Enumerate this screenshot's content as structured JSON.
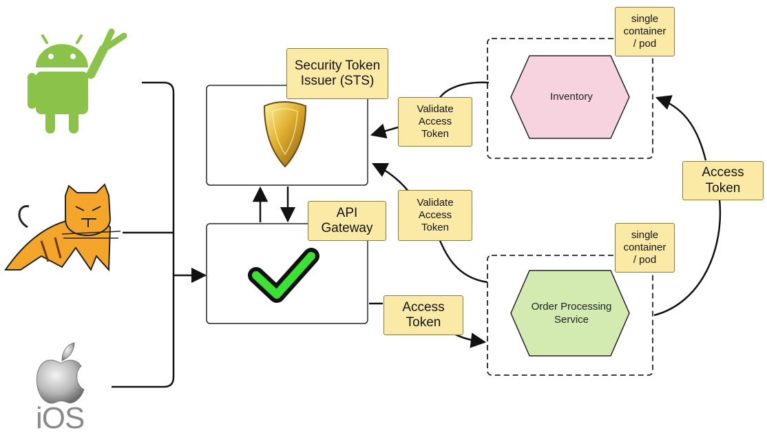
{
  "diagram": {
    "sts_label": "Security Token\nIssuer (STS)",
    "gateway_label": "API\nGateway",
    "validate_label_top": "Validate\nAccess\nToken",
    "validate_label_bottom": "Validate\nAccess\nToken",
    "access_token_gateway": "Access\nToken",
    "access_token_right": "Access\nToken",
    "container_label_top": "single\ncontainer\n/ pod",
    "container_label_bottom": "single\ncontainer\n/ pod",
    "inventory_label": "Inventory",
    "order_service_label": "Order Processing\nService",
    "ios_text": "iOS"
  },
  "colors": {
    "label_fill": "#fbe9a6",
    "inventory_fill": "#f6d3de",
    "order_fill": "#d3eab0",
    "check_green": "#3be234",
    "android_green": "#8bc34a",
    "shield_gold": "#d4a017"
  },
  "icons": [
    "android-logo",
    "tomcat-logo",
    "apple-logo",
    "shield-icon",
    "checkmark-icon"
  ]
}
